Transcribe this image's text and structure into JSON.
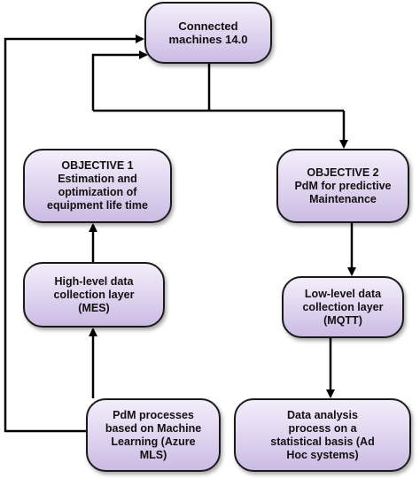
{
  "diagram": {
    "nodes": {
      "connected": {
        "lines": [
          "Connected",
          "machines 14.0"
        ]
      },
      "objective1": {
        "lines": [
          "OBJECTIVE 1",
          "Estimation and",
          "optimization of",
          "equipment life time"
        ]
      },
      "objective2": {
        "lines": [
          "OBJECTIVE 2",
          "PdM for predictive",
          "Maintenance"
        ]
      },
      "high_level": {
        "lines": [
          "High-level data",
          "collection layer",
          "(MES)"
        ]
      },
      "low_level": {
        "lines": [
          "Low-level data",
          "collection layer",
          "(MQTT)"
        ]
      },
      "pdm": {
        "lines": [
          "PdM processes",
          "based on Machine",
          "Learning (Azure",
          "MLS)"
        ]
      },
      "data_analysis": {
        "lines": [
          "Data analysis",
          "process on a",
          "statistical basis (Ad",
          "Hoc systems)"
        ]
      }
    },
    "colors": {
      "node_fill_top": "#f3eefa",
      "node_fill_bottom": "#cbbbe3",
      "node_border": "#1a1a1a",
      "connector": "#000000"
    }
  }
}
